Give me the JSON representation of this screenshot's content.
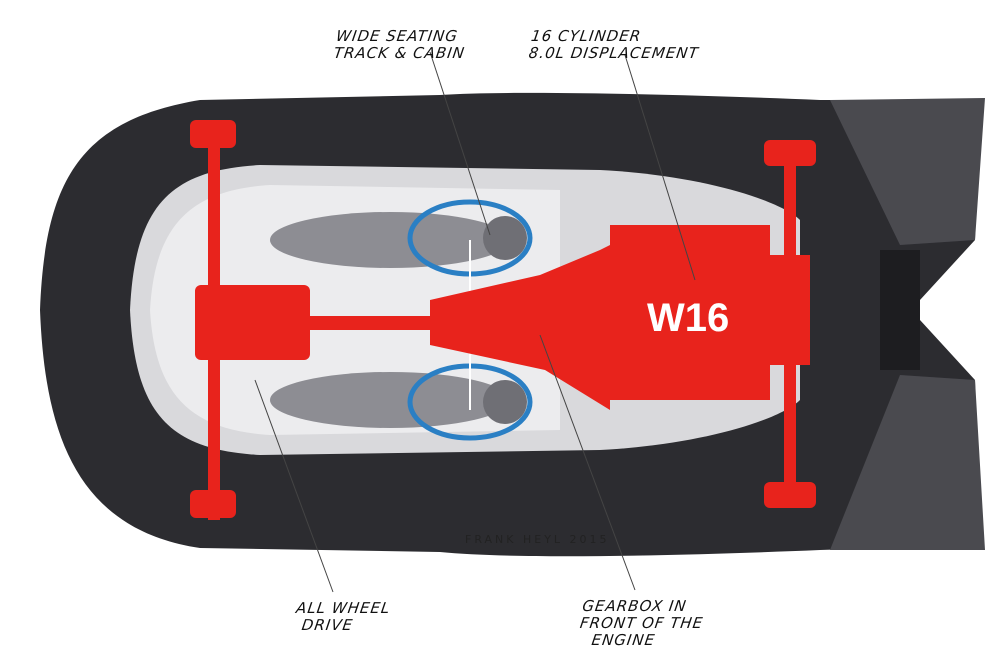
{
  "labels": {
    "seating": [
      "Wide seating",
      "track & cabin"
    ],
    "engine": [
      "16 cylinder",
      "8.0l displacement"
    ],
    "awd": [
      "All wheel",
      "drive"
    ],
    "gearbox": [
      "Gearbox in",
      "front of the",
      "engine"
    ]
  },
  "engine_badge": "W16",
  "signature": "FRANK HEYL 2015",
  "colors": {
    "drivetrain": "#e8231c",
    "body": "#3a3a3e",
    "seat_accent": "#2a7fc4"
  }
}
